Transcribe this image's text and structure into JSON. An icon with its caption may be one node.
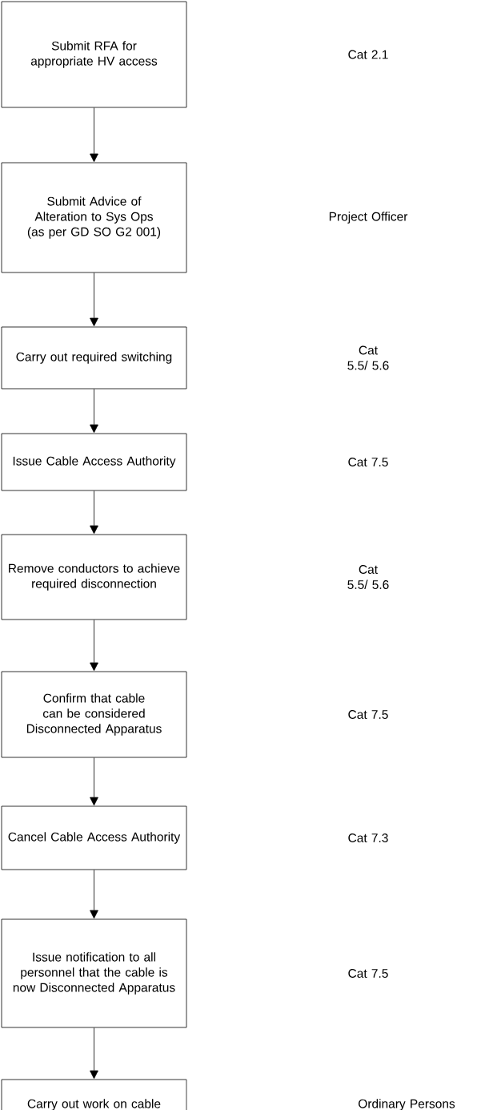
{
  "diagram": {
    "nodes": [
      {
        "text": [
          "Submit RFA for appropriate HV access"
        ]
      },
      {
        "text": [
          "Submit Advice of Alteration to Sys Ops (as per GD SO G2 001)"
        ]
      },
      {
        "text": [
          "Carry out required switching"
        ]
      },
      {
        "text": [
          "Issue Cable Access Authority"
        ]
      },
      {
        "text": [
          "Remove conductors to achieve required disconnection"
        ]
      },
      {
        "text": [
          "Confirm that cable can be considered Disconnected Apparatus"
        ]
      },
      {
        "text": [
          "Cancel Cable Access Authority"
        ]
      },
      {
        "text": [
          "Issue notification to all personnel that the cable is now Disconnected Apparatus"
        ]
      },
      {
        "text": [
          "Carry out work on cable"
        ]
      }
    ],
    "edges": [
      {
        "from": 0,
        "to": 1,
        "arrow": "to"
      },
      {
        "from": 1,
        "to": 2,
        "arrow": "to"
      },
      {
        "from": 2,
        "to": 3,
        "arrow": "to"
      },
      {
        "from": 3,
        "to": 4,
        "arrow": "to"
      },
      {
        "from": 4,
        "to": 5,
        "arrow": "to"
      },
      {
        "from": 5,
        "to": 6,
        "arrow": "to"
      },
      {
        "from": 6,
        "to": 7,
        "arrow": "to"
      },
      {
        "from": 7,
        "to": 8,
        "arrow": "to"
      }
    ],
    "labels": [
      "Cat 2.1",
      "Project Officer",
      "Cat 5.5/ 5.6",
      "Cat 7.5",
      "Cat 5.5/ 5.6",
      "Cat 7.5",
      "Cat 7.3",
      "Cat 7.5",
      "Ordinary Persons"
    ]
  }
}
